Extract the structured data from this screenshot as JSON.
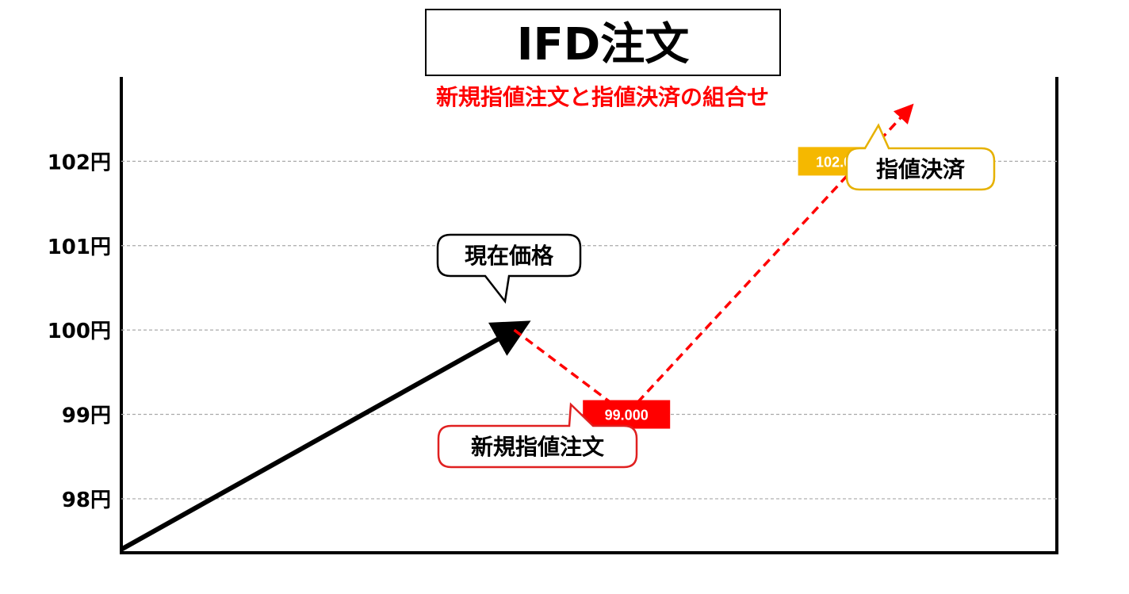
{
  "title": "IFD注文",
  "subtitle": "新規指値注文と指値決済の組合せ",
  "colors": {
    "subtitle": "#ff0000",
    "entry_price_tag": "#ff0000",
    "exit_price_tag": "#f5b800",
    "current_callout_border": "#000000",
    "entry_callout_border": "#e02020",
    "exit_callout_border": "#e6b100",
    "actual_path": "#000000",
    "planned_path": "#ff0000",
    "gridline": "#aaaaaa"
  },
  "chart_data": {
    "type": "line",
    "y_ticks": [
      {
        "value": 98,
        "label": "98円"
      },
      {
        "value": 99,
        "label": "99円"
      },
      {
        "value": 100,
        "label": "100円"
      },
      {
        "value": 101,
        "label": "101円"
      },
      {
        "value": 102,
        "label": "102円"
      }
    ],
    "ylim": [
      97.36,
      103.0
    ],
    "grid": true,
    "series": [
      {
        "style": "solid-arrow",
        "color": "#000000",
        "points": [
          [
            0,
            97.4
          ],
          [
            4.2,
            100.0
          ]
        ]
      },
      {
        "style": "dashed-arrow",
        "color": "#ff0000",
        "points": [
          [
            4.2,
            100.0
          ],
          [
            5.4,
            99.0
          ],
          [
            8.4,
            102.6
          ]
        ]
      }
    ],
    "xlim": [
      0,
      10
    ],
    "price_tags": [
      {
        "label": "99.000",
        "value": 99.0,
        "x": 5.4,
        "color": "#ff0000"
      },
      {
        "label": "102.000",
        "value": 102.0,
        "x": 7.7,
        "color": "#f5b800"
      }
    ],
    "annotations": [
      {
        "text": "現在価格",
        "x": 4.2,
        "value": 100.0,
        "border": "#000000"
      },
      {
        "text": "新規指値注文",
        "x": 5.4,
        "value": 99.0,
        "border": "#e02020"
      },
      {
        "text": "指値決済",
        "x": 7.7,
        "value": 102.0,
        "border": "#e6b100"
      }
    ]
  }
}
